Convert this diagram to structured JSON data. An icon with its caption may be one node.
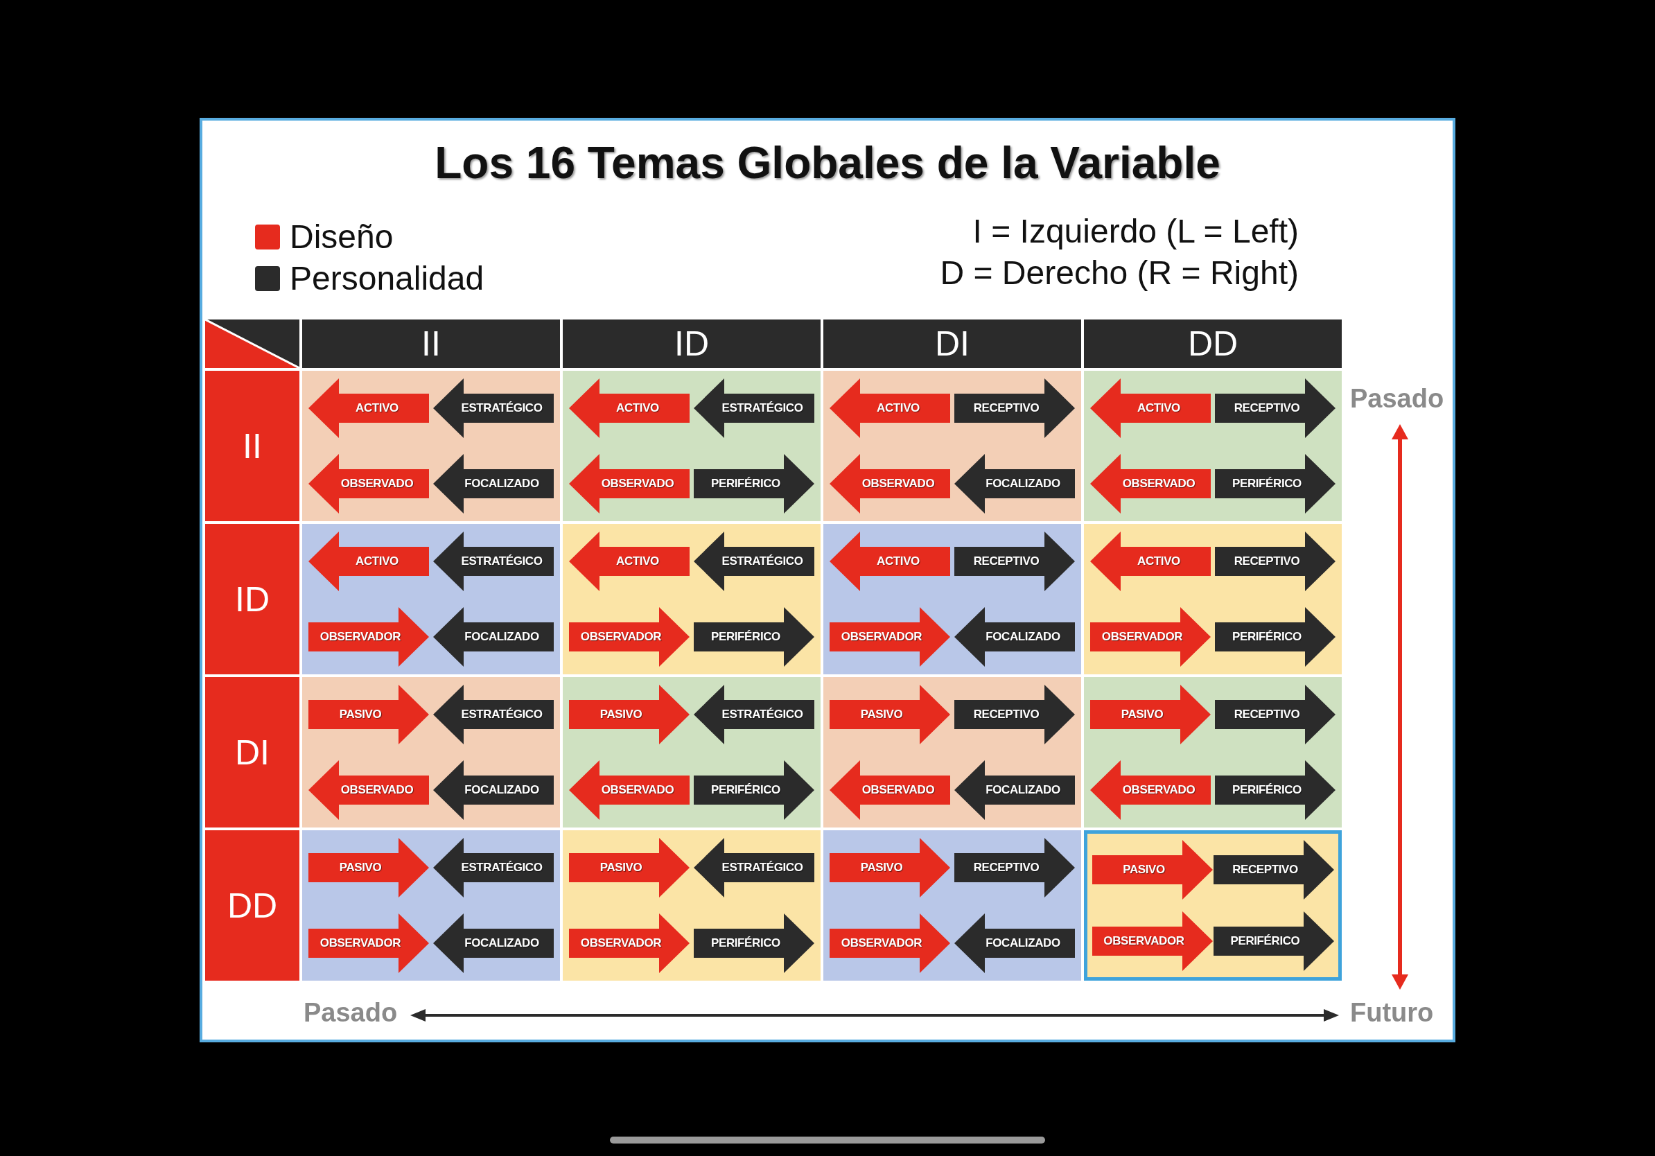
{
  "diagram": {
    "title": "Los 16 Temas Globales de la Variable",
    "nodes": [
      {
        "text": [],
        "shape": "box"
      },
      {
        "text": [
          "II"
        ]
      },
      {
        "text": [
          "ID"
        ]
      },
      {
        "text": [
          "DI"
        ]
      },
      {
        "text": [
          "DD"
        ]
      },
      {
        "text": [
          "II"
        ]
      },
      {
        "text": [],
        "shape": "box"
      },
      {
        "text": [
          "ACTIVO"
        ],
        "in": 6
      },
      {
        "text": [
          "ESTRATÉGICO"
        ],
        "in": 6
      },
      {
        "text": [
          "OBSERVADO"
        ],
        "in": 6
      },
      {
        "text": [
          "FOCALIZADO"
        ],
        "in": 6
      },
      {
        "text": [],
        "shape": "box"
      },
      {
        "text": [
          "ACTIVO"
        ],
        "in": 11
      },
      {
        "text": [
          "ESTRATÉGICO"
        ],
        "in": 11
      },
      {
        "text": [
          "OBSERVADO"
        ],
        "in": 11
      },
      {
        "text": [
          "PERIFÉRICO"
        ],
        "in": 11
      },
      {
        "text": [],
        "shape": "box"
      },
      {
        "text": [
          "ACTIVO"
        ],
        "in": 16
      },
      {
        "text": [
          "RECEPTIVO"
        ],
        "in": 16
      },
      {
        "text": [
          "OBSERVADO"
        ],
        "in": 16
      },
      {
        "text": [
          "FOCALIZADO"
        ],
        "in": 16
      },
      {
        "text": [],
        "shape": "box"
      },
      {
        "text": [
          "ACTIVO"
        ],
        "in": 21
      },
      {
        "text": [
          "RECEPTIVO"
        ],
        "in": 21
      },
      {
        "text": [
          "OBSERVADO"
        ],
        "in": 21
      },
      {
        "text": [
          "PERIFÉRICO"
        ],
        "in": 21
      },
      {
        "text": [
          "ID"
        ]
      },
      {
        "text": [],
        "shape": "box"
      },
      {
        "text": [
          "ACTIVO"
        ],
        "in": 27
      },
      {
        "text": [
          "ESTRATÉGICO"
        ],
        "in": 27
      },
      {
        "text": [
          "OBSERVADOR"
        ],
        "in": 27
      },
      {
        "text": [
          "FOCALIZADO"
        ],
        "in": 27
      },
      {
        "text": [],
        "shape": "box"
      },
      {
        "text": [
          "ACTIVO"
        ],
        "in": 32
      },
      {
        "text": [
          "ESTRATÉGICO"
        ],
        "in": 32
      },
      {
        "text": [
          "OBSERVADOR"
        ],
        "in": 32
      },
      {
        "text": [
          "PERIFÉRICO"
        ],
        "in": 32
      },
      {
        "text": [],
        "shape": "box"
      },
      {
        "text": [
          "ACTIVO"
        ],
        "in": 37
      },
      {
        "text": [
          "RECEPTIVO"
        ],
        "in": 37
      },
      {
        "text": [
          "OBSERVADOR"
        ],
        "in": 37
      },
      {
        "text": [
          "FOCALIZADO"
        ],
        "in": 37
      },
      {
        "text": [],
        "shape": "box"
      },
      {
        "text": [
          "ACTIVO"
        ],
        "in": 42
      },
      {
        "text": [
          "RECEPTIVO"
        ],
        "in": 42
      },
      {
        "text": [
          "OBSERVADOR"
        ],
        "in": 42
      },
      {
        "text": [
          "PERIFÉRICO"
        ],
        "in": 42
      },
      {
        "text": [
          "DI"
        ]
      },
      {
        "text": [],
        "shape": "box"
      },
      {
        "text": [
          "PASIVO"
        ],
        "in": 48
      },
      {
        "text": [
          "ESTRATÉGICO"
        ],
        "in": 48
      },
      {
        "text": [
          "OBSERVADO"
        ],
        "in": 48
      },
      {
        "text": [
          "FOCALIZADO"
        ],
        "in": 48
      },
      {
        "text": [],
        "shape": "box"
      },
      {
        "text": [
          "PASIVO"
        ],
        "in": 53
      },
      {
        "text": [
          "ESTRATÉGICO"
        ],
        "in": 53
      },
      {
        "text": [
          "OBSERVADO"
        ],
        "in": 53
      },
      {
        "text": [
          "PERIFÉRICO"
        ],
        "in": 53
      },
      {
        "text": [],
        "shape": "box"
      },
      {
        "text": [
          "PASIVO"
        ],
        "in": 58
      },
      {
        "text": [
          "RECEPTIVO"
        ],
        "in": 58
      },
      {
        "text": [
          "OBSERVADO"
        ],
        "in": 58
      },
      {
        "text": [
          "FOCALIZADO"
        ],
        "in": 58
      },
      {
        "text": [],
        "shape": "box"
      },
      {
        "text": [
          "PASIVO"
        ],
        "in": 63
      },
      {
        "text": [
          "RECEPTIVO"
        ],
        "in": 63
      },
      {
        "text": [
          "OBSERVADO"
        ],
        "in": 63
      },
      {
        "text": [
          "PERIFÉRICO"
        ],
        "in": 63
      },
      {
        "text": [
          "DD"
        ]
      },
      {
        "text": [],
        "shape": "box"
      },
      {
        "text": [
          "PASIVO"
        ],
        "in": 69
      },
      {
        "text": [
          "ESTRATÉGICO"
        ],
        "in": 69
      },
      {
        "text": [
          "OBSERVADOR"
        ],
        "in": 69
      },
      {
        "text": [
          "FOCALIZADO"
        ],
        "in": 69
      },
      {
        "text": [],
        "shape": "box"
      },
      {
        "text": [
          "PASIVO"
        ],
        "in": 74
      },
      {
        "text": [
          "ESTRATÉGICO"
        ],
        "in": 74
      },
      {
        "text": [
          "OBSERVADOR"
        ],
        "in": 74
      },
      {
        "text": [
          "PERIFÉRICO"
        ],
        "in": 74
      },
      {
        "text": [],
        "shape": "box"
      },
      {
        "text": [
          "PASIVO"
        ],
        "in": 79
      },
      {
        "text": [
          "RECEPTIVO"
        ],
        "in": 79
      },
      {
        "text": [
          "OBSERVADOR"
        ],
        "in": 79
      },
      {
        "text": [
          "FOCALIZADO"
        ],
        "in": 79
      },
      {
        "text": [],
        "shape": "box"
      },
      {
        "text": [
          "PASIVO"
        ],
        "in": 84
      },
      {
        "text": [
          "RECEPTIVO"
        ],
        "in": 84
      },
      {
        "text": [
          "OBSERVADOR"
        ],
        "in": 84
      },
      {
        "text": [
          "PERIFÉRICO"
        ],
        "in": 84
      }
    ],
    "labels": [
      "I = Izquierdo (L = Left)",
      "D = Derecho (R = Right)",
      "Pasado",
      "Pasado",
      "Futuro"
    ],
    "legend": [
      {
        "text": "Diseño",
        "color": "#e62b1e"
      },
      {
        "text": "Personalidad",
        "color": "#2b2b2b"
      }
    ]
  }
}
